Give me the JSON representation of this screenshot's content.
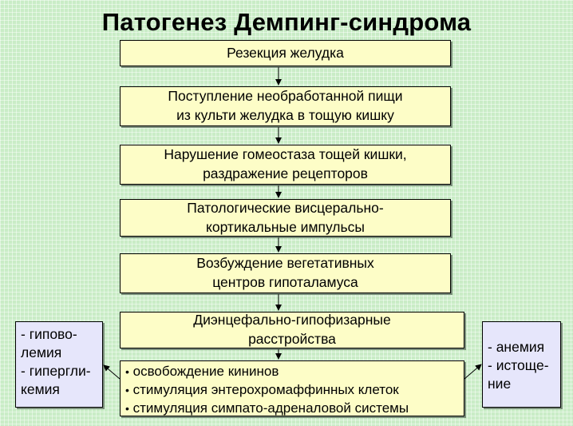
{
  "title": "Патогенез Демпинг-синдрома",
  "steps": [
    {
      "lines": [
        "Резекция желудка"
      ]
    },
    {
      "lines": [
        "Поступление необработанной пищи",
        "из культи желудка в тощую кишку"
      ]
    },
    {
      "lines": [
        "Нарушение гомеостаза тощей кишки,",
        "раздражение рецепторов"
      ]
    },
    {
      "lines": [
        "Патологические висцерально-",
        "кортикальные импульсы"
      ]
    },
    {
      "lines": [
        "Возбуждение вегетативных",
        "центров гипоталамуса"
      ]
    },
    {
      "lines": [
        "Диэнцефально-гипофизарные",
        "расстройства"
      ]
    }
  ],
  "bullets": [
    "освобождение кининов",
    "стимуляция энтерохромаффинных клеток",
    "стимуляция симпато-адреналовой системы"
  ],
  "left_box": {
    "lines": [
      "- гипово-",
      "лемия",
      "- гипергли-",
      "кемия"
    ]
  },
  "right_box": {
    "lines": [
      "- анемия",
      "- истоще-",
      "ние"
    ]
  },
  "colors": {
    "background": "#c9ecc6",
    "step_fill": "#fdfdc7",
    "side_fill": "#e6e6fb"
  }
}
